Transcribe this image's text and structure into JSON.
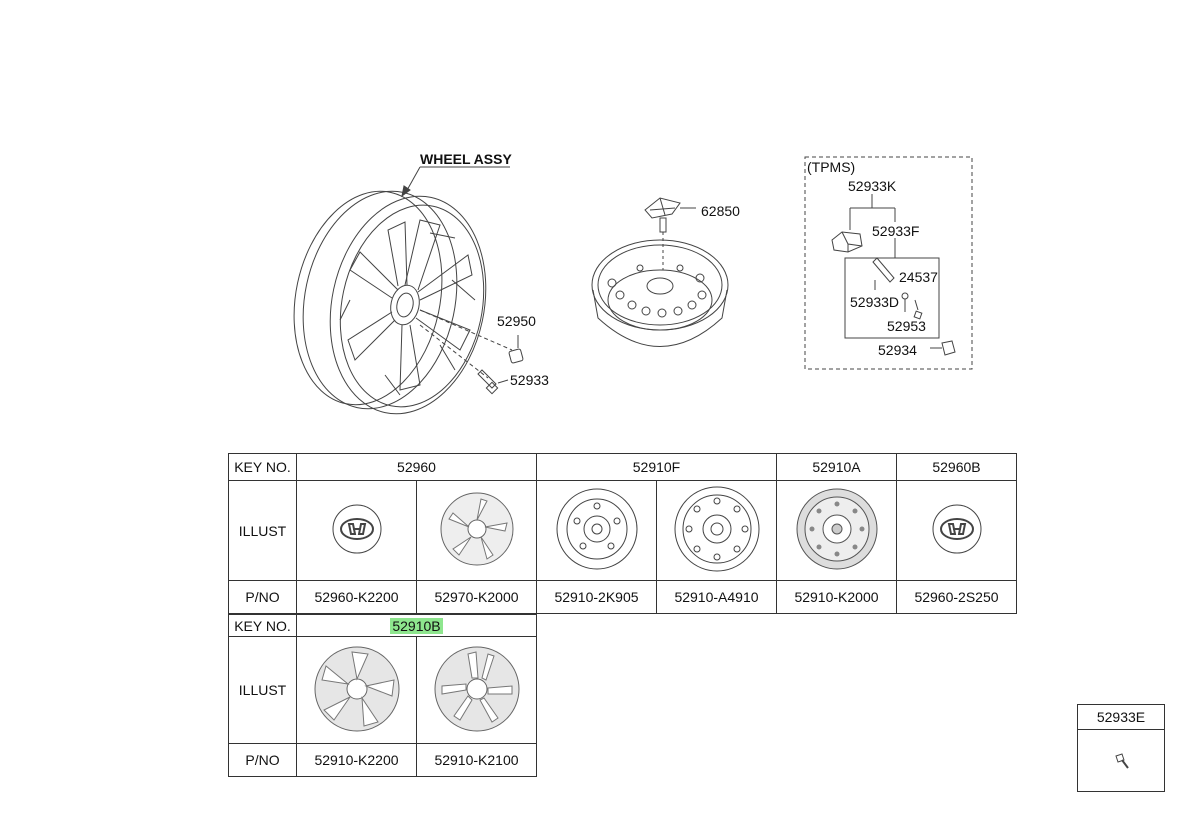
{
  "diagram": {
    "wheel_assy_label": "WHEEL ASSY",
    "tpms_label": "(TPMS)",
    "callouts": {
      "p62850": "62850",
      "p52950": "52950",
      "p52933": "52933",
      "p52933K": "52933K",
      "p52933F": "52933F",
      "p24537": "24537",
      "p52933D": "52933D",
      "p52953": "52953",
      "p52934": "52934"
    }
  },
  "table1": {
    "key_label": "KEY NO.",
    "illust_label": "ILLUST",
    "pno_label": "P/NO",
    "groups": [
      "52960",
      "52910F",
      "52910A",
      "52960B"
    ],
    "parts": [
      "52960-K2200",
      "52970-K2000",
      "52910-2K905",
      "52910-A4910",
      "52910-K2000",
      "52960-2S250"
    ]
  },
  "table2": {
    "key_label": "KEY NO.",
    "illust_label": "ILLUST",
    "pno_label": "P/NO",
    "group": "52910B",
    "parts": [
      "52910-K2200",
      "52910-K2100"
    ]
  },
  "side_box": {
    "key": "52933E"
  },
  "colors": {
    "highlight": "#8ee68e",
    "line": "#333333"
  }
}
